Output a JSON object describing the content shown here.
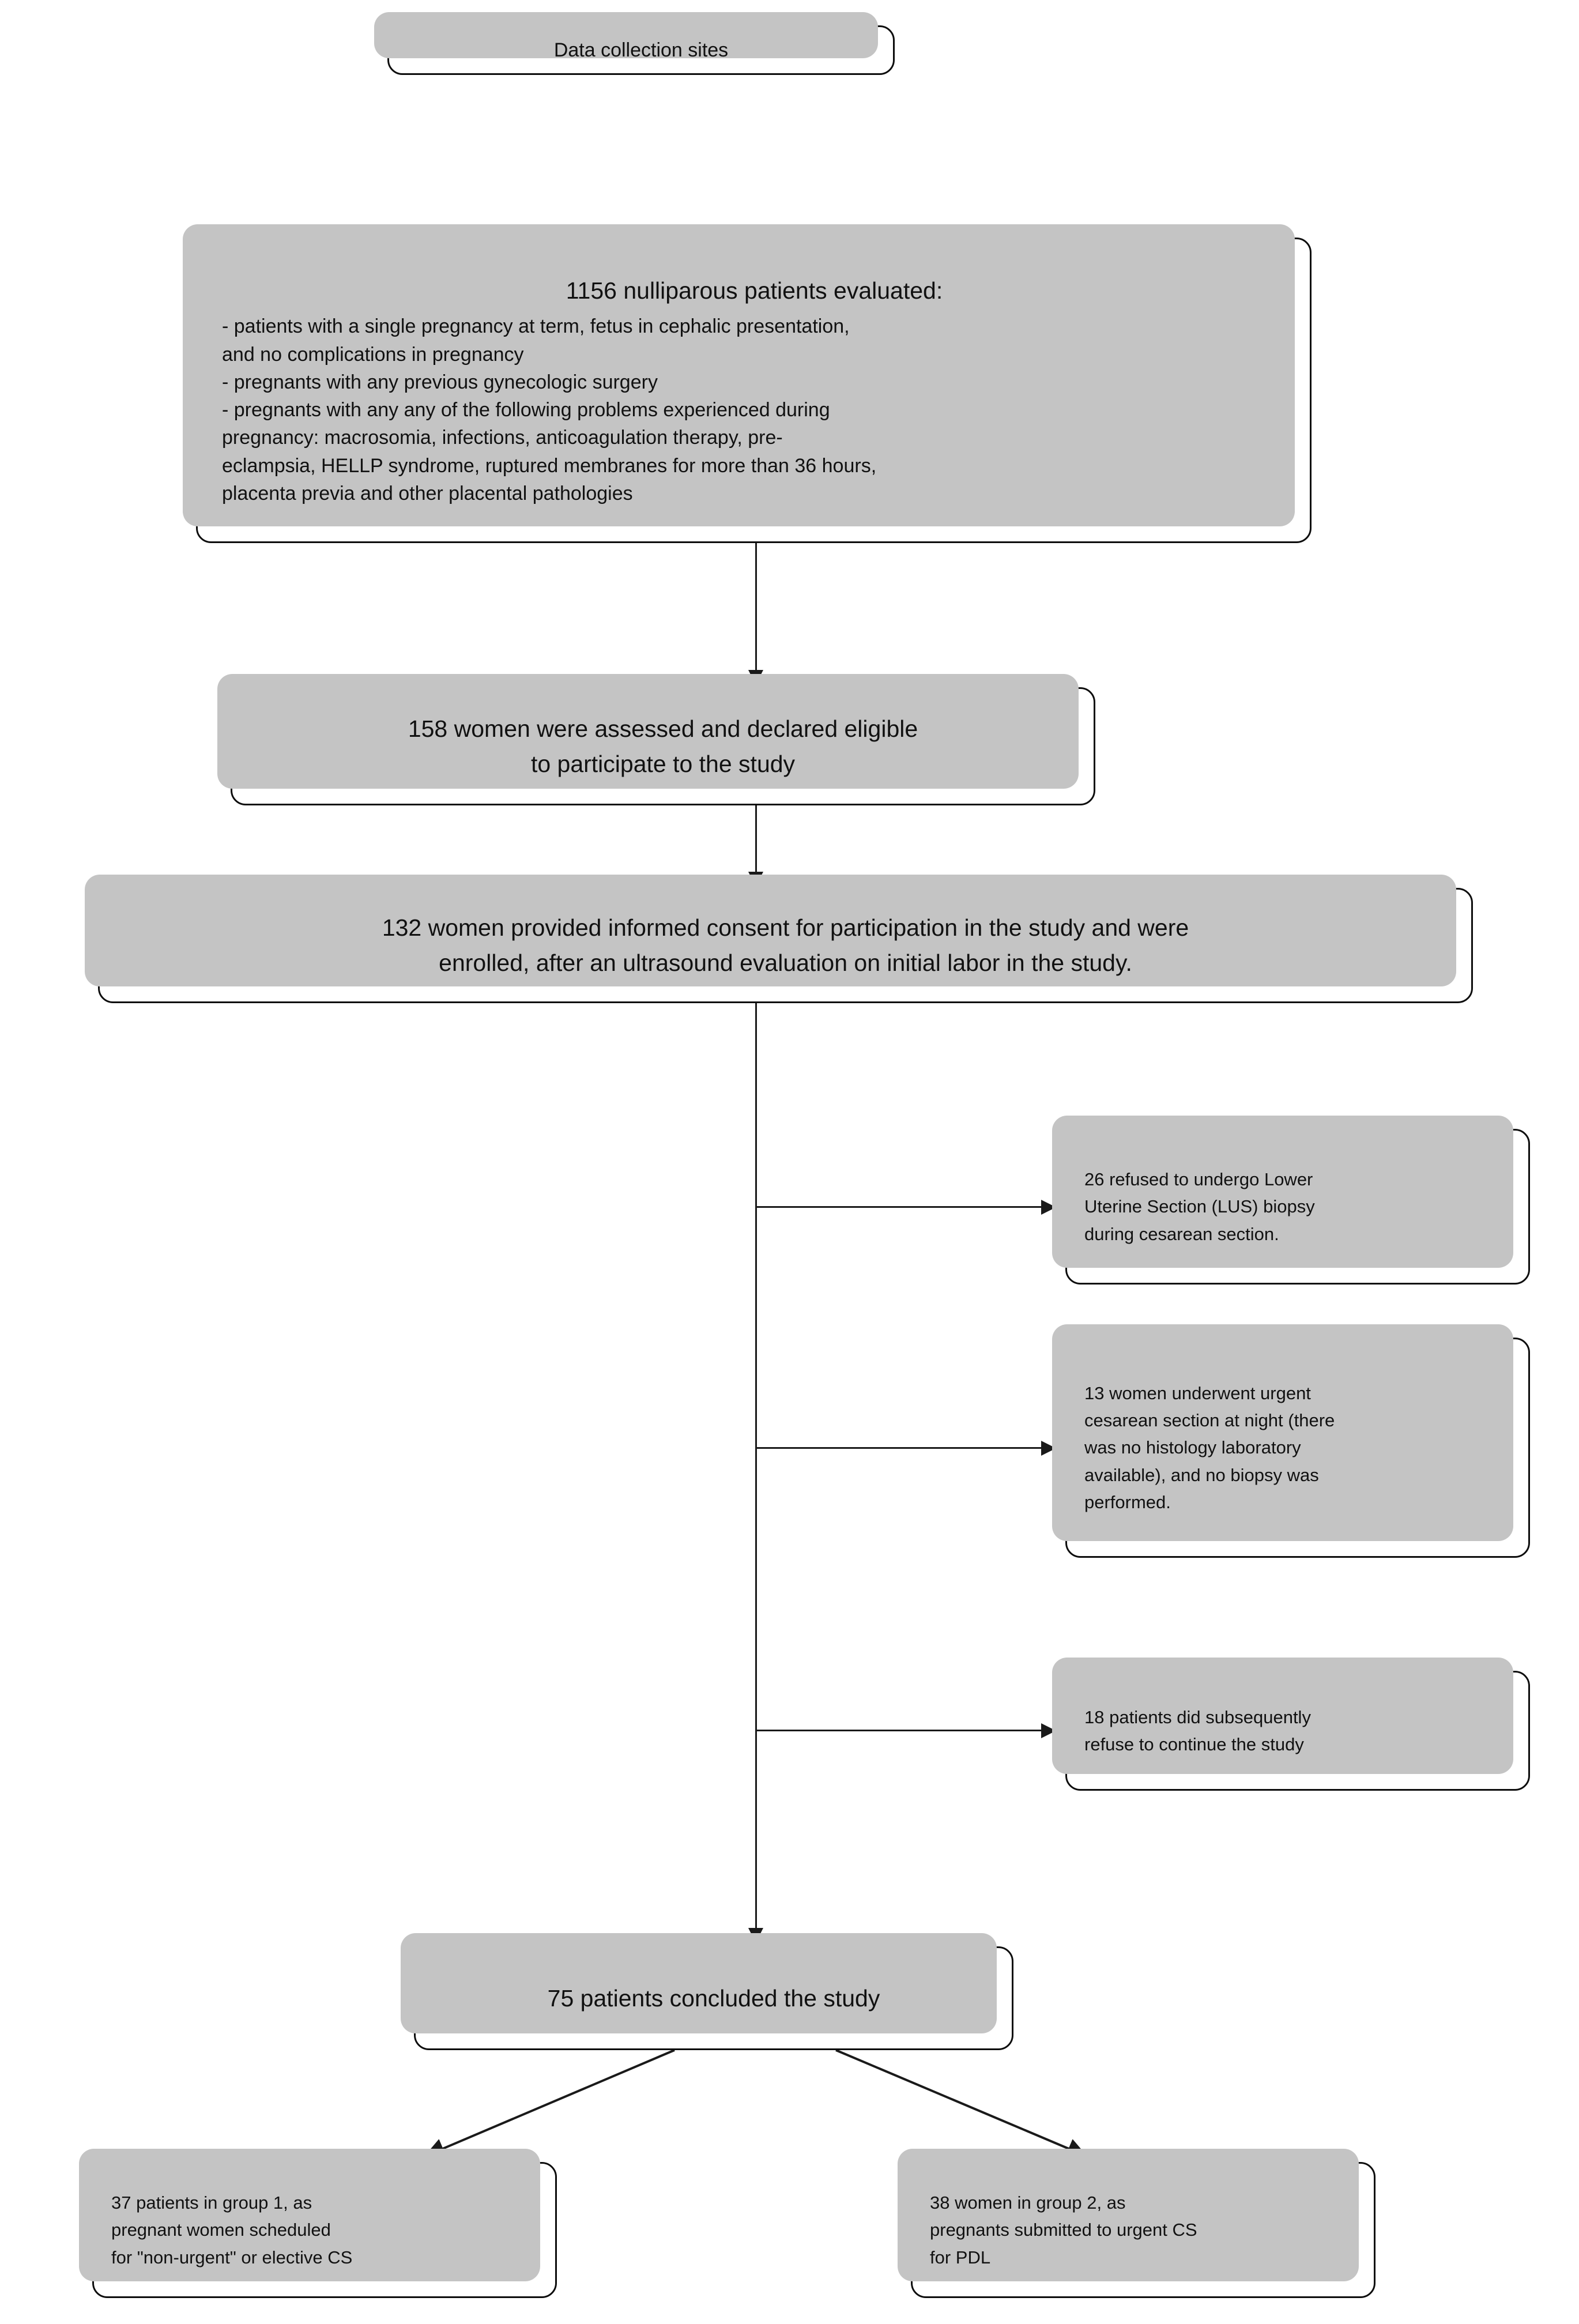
{
  "diagram": {
    "title": "Study participant flow diagram",
    "colors": {
      "box_border": "#0d0d0d",
      "box_fill": "#ffffff",
      "box_shadow": "#c4c4c4",
      "connector": "#1a1a1a",
      "page_background": "#ffffff"
    }
  },
  "nodes": {
    "sites": {
      "label": "Data collection sites"
    },
    "evaluated": {
      "heading": "1156 nulliparous patients evaluated:",
      "bullets": [
        "- patients with a single pregnancy at term, fetus in  cephalic presentation, and no complications in pregnancy",
        "- pregnants with any previous gynecologic surgery",
        "- pregnants with any any of the following problems experienced during pregnancy: macrosomia, infections, anticoagulation therapy, pre-eclampsia, HELLP syndrome, ruptured membranes for more than 36 hours, placenta previa and other placental pathologies"
      ],
      "bullet_lines": [
        "- patients with a single pregnancy at term, fetus in  cephalic presentation,",
        "and no complications in pregnancy",
        "- pregnants with any previous gynecologic surgery",
        "- pregnants with any any of the following problems experienced during",
        "pregnancy: macrosomia, infections, anticoagulation therapy, pre-",
        "eclampsia, HELLP syndrome, ruptured membranes for more than 36 hours,",
        "placenta previa and other placental pathologies"
      ]
    },
    "eligible": {
      "line1": "158 women were assessed and declared eligible",
      "line2": "to participate to the study"
    },
    "consent": {
      "line1": "132 women provided informed consent for participation in the study and were",
      "line2": "enrolled, after an ultrasound evaluation on initial labor in the study."
    },
    "refused_biopsy": {
      "text": "26 refused to undergo Lower Uterine Section (LUS) biopsy during cesarean section.",
      "lines": [
        "26 refused to undergo Lower",
        "Uterine Section (LUS) biopsy",
        "during cesarean section."
      ]
    },
    "urgent_night": {
      "text": "13 women underwent urgent cesarean section at night (there was no histology laboratory available), and no biopsy was performed.",
      "lines": [
        "13 women underwent urgent",
        "cesarean section at night (there",
        "was no histology laboratory",
        "available), and no biopsy was",
        "performed."
      ]
    },
    "withdrew": {
      "text": "18 patients did subsequently refuse to continue the study",
      "lines": [
        "18 patients did subsequently",
        "refuse to continue the study"
      ]
    },
    "concluded": {
      "label": "75 patients concluded the study"
    },
    "group1": {
      "text": "37 patients in group 1, as pregnant women scheduled for \"non-urgent\" or elective CS",
      "lines": [
        "37 patients in group 1, as",
        "pregnant women scheduled",
        "for \"non-urgent\" or elective CS"
      ]
    },
    "group2": {
      "text": "38 women in group 2, as pregnants submitted to urgent CS for PDL",
      "lines": [
        "38 women in group 2, as",
        "pregnants submitted to urgent CS",
        "for PDL"
      ]
    }
  },
  "edges": [
    {
      "from": "evaluated",
      "to": "eligible",
      "style": "vertical-arrow"
    },
    {
      "from": "eligible",
      "to": "consent",
      "style": "vertical-arrow"
    },
    {
      "from": "consent",
      "to": "refused_biopsy",
      "style": "elbow-right-arrow"
    },
    {
      "from": "consent",
      "to": "urgent_night",
      "style": "elbow-right-arrow"
    },
    {
      "from": "consent",
      "to": "withdrew",
      "style": "elbow-right-arrow"
    },
    {
      "from": "consent",
      "to": "concluded",
      "style": "vertical-arrow"
    },
    {
      "from": "concluded",
      "to": "group1",
      "style": "diagonal-arrow"
    },
    {
      "from": "concluded",
      "to": "group2",
      "style": "diagonal-arrow"
    }
  ]
}
